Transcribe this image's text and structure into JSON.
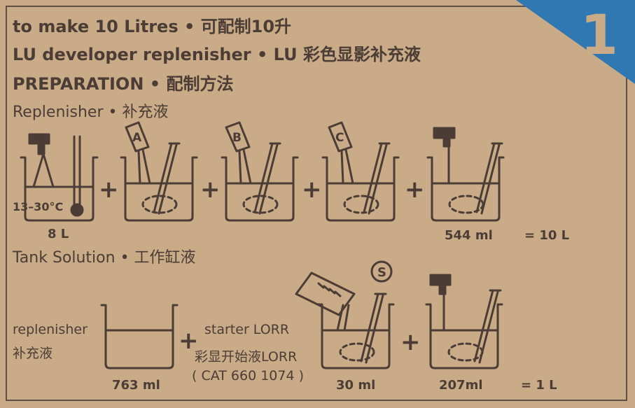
{
  "step_badge": "1",
  "header": {
    "line1": "to make 10 Litres • 可配制10升",
    "line2": "LU developer replenisher • LU 彩色显影补充液",
    "line3": "PREPARATION • 配制方法",
    "line4": "Replenisher • 补充液"
  },
  "row1": {
    "temperature": "13–30°C",
    "vol1": "8 L",
    "pack_a": "A",
    "pack_b": "B",
    "pack_c": "C",
    "vol5": "544 ml",
    "result": "= 10 L"
  },
  "tank_solution_title": "Tank Solution • 工作缸液",
  "row2": {
    "replenisher_en": "replenisher",
    "replenisher_cn": "补充液",
    "vol1": "763 ml",
    "starter_en": "starter LORR",
    "starter_cn": "彩显开始液LORR",
    "catalog": "( CAT 660 1074 )",
    "pack_s": "S",
    "vol2": "30 ml",
    "vol3": "207ml",
    "result": "= 1 L"
  },
  "colors": {
    "background": "#c9ab88",
    "ink": "#4b3d36",
    "corner_blue": "#2f78b2"
  }
}
